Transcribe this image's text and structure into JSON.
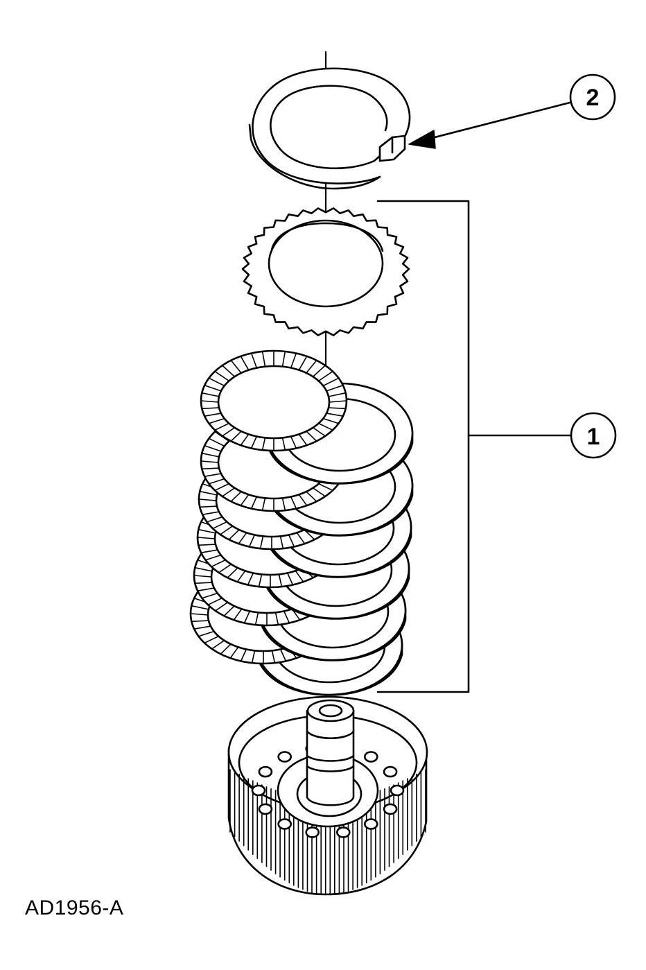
{
  "figure_id": "AD1956-A",
  "callouts": [
    {
      "number": "1",
      "target": "clutch-pack"
    },
    {
      "number": "2",
      "target": "snap-ring"
    }
  ],
  "colors": {
    "ink": "#000000",
    "paper": "#ffffff"
  }
}
